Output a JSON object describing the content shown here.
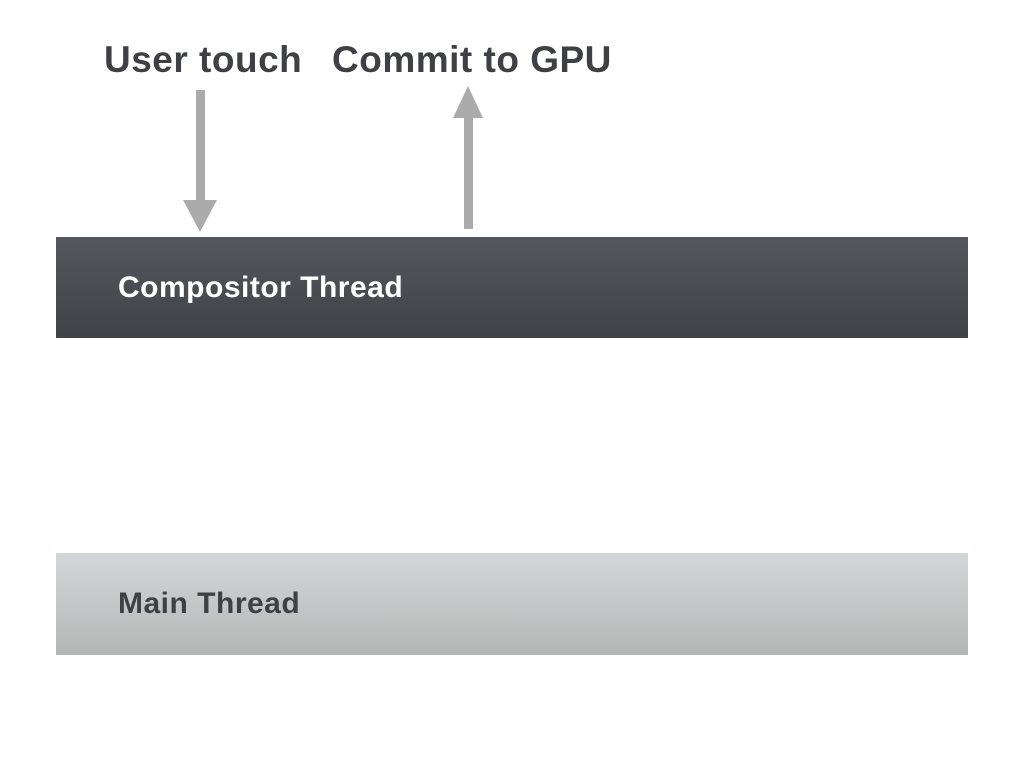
{
  "labels": {
    "user_touch": "User touch",
    "commit_to_gpu": "Commit to GPU"
  },
  "bars": {
    "compositor": {
      "label": "Compositor Thread"
    },
    "main": {
      "label": "Main Thread"
    }
  },
  "icons": {
    "down_arrow": "arrow-down",
    "up_arrow": "arrow-up"
  },
  "colors": {
    "background": "#ffffff",
    "arrow": "#ababab",
    "heading-text": "#3f4043",
    "compositor-top": "#54585e",
    "compositor-bottom": "#3f4347",
    "compositor-text": "#ffffff",
    "main-top": "#d4d7d7",
    "main-bottom": "#b2b7b6",
    "main-text": "#3d4144"
  }
}
